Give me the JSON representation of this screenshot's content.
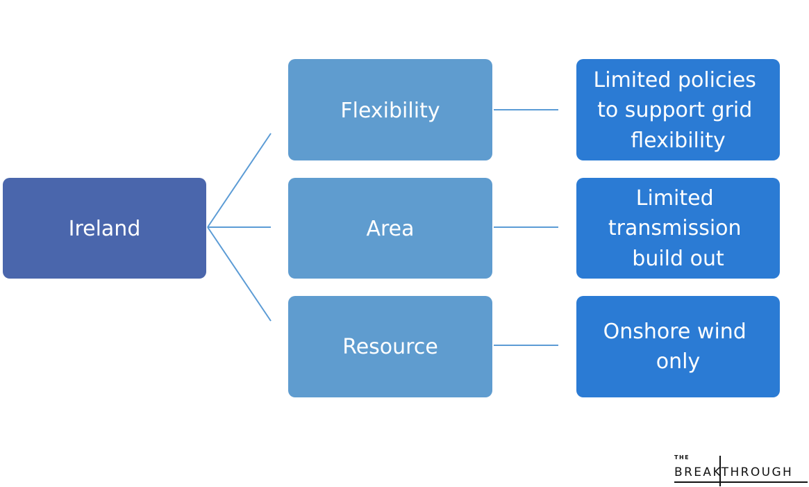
{
  "diagram": {
    "root": {
      "label": "Ireland"
    },
    "branches": [
      {
        "label": "Flexibility",
        "detail": [
          "Limited policies",
          "to support grid",
          "flexibility"
        ]
      },
      {
        "label": "Area",
        "detail": [
          "Limited",
          "transmission",
          "build out"
        ]
      },
      {
        "label": "Resource",
        "detail": [
          "Onshore wind",
          "only"
        ]
      }
    ],
    "colors": {
      "root": "#4a66ac",
      "branch": "#5f9ccf",
      "detail": "#2b7bd4",
      "connector": "#5b9bd5",
      "text": "#ffffff"
    }
  },
  "logo": {
    "small": "THE",
    "word": "BREAKTHROUGH"
  }
}
